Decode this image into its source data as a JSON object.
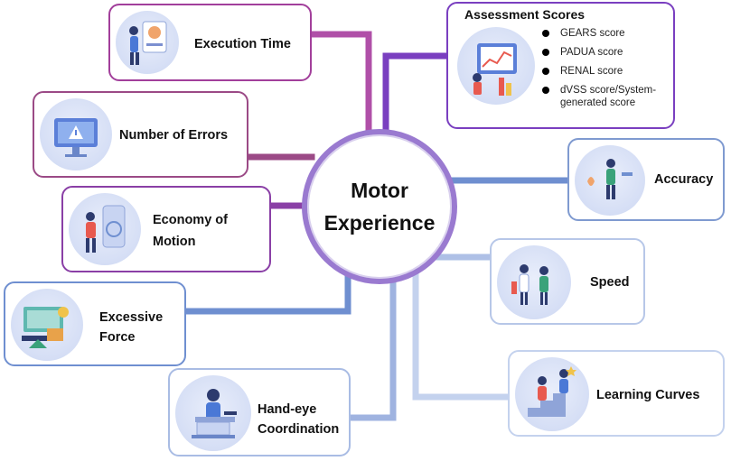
{
  "center": {
    "line1": "Motor",
    "line2": "Experience"
  },
  "left_nodes": {
    "execution_time": "Execution Time",
    "number_of_errors": "Number of Errors",
    "economy_of_motion": [
      "Economy of",
      "Motion"
    ],
    "excessive_force": [
      "Excessive",
      "Force"
    ],
    "hand_eye": [
      "Hand-eye",
      "Coordination"
    ]
  },
  "right_nodes": {
    "assessment": {
      "title": "Assessment Scores",
      "items": [
        "GEARS score",
        "PADUA score",
        "RENAL score",
        "dVSS score/System-generated score"
      ]
    },
    "accuracy": "Accuracy",
    "speed": "Speed",
    "learning_curves": "Learning Curves"
  },
  "colors": {
    "purple_dark": "#8d3a8b",
    "purple": "#8a3fa6",
    "blue": "#6f8fd0",
    "light_blue": "#b7c7e8",
    "center_ring": "#9a7ad0"
  }
}
